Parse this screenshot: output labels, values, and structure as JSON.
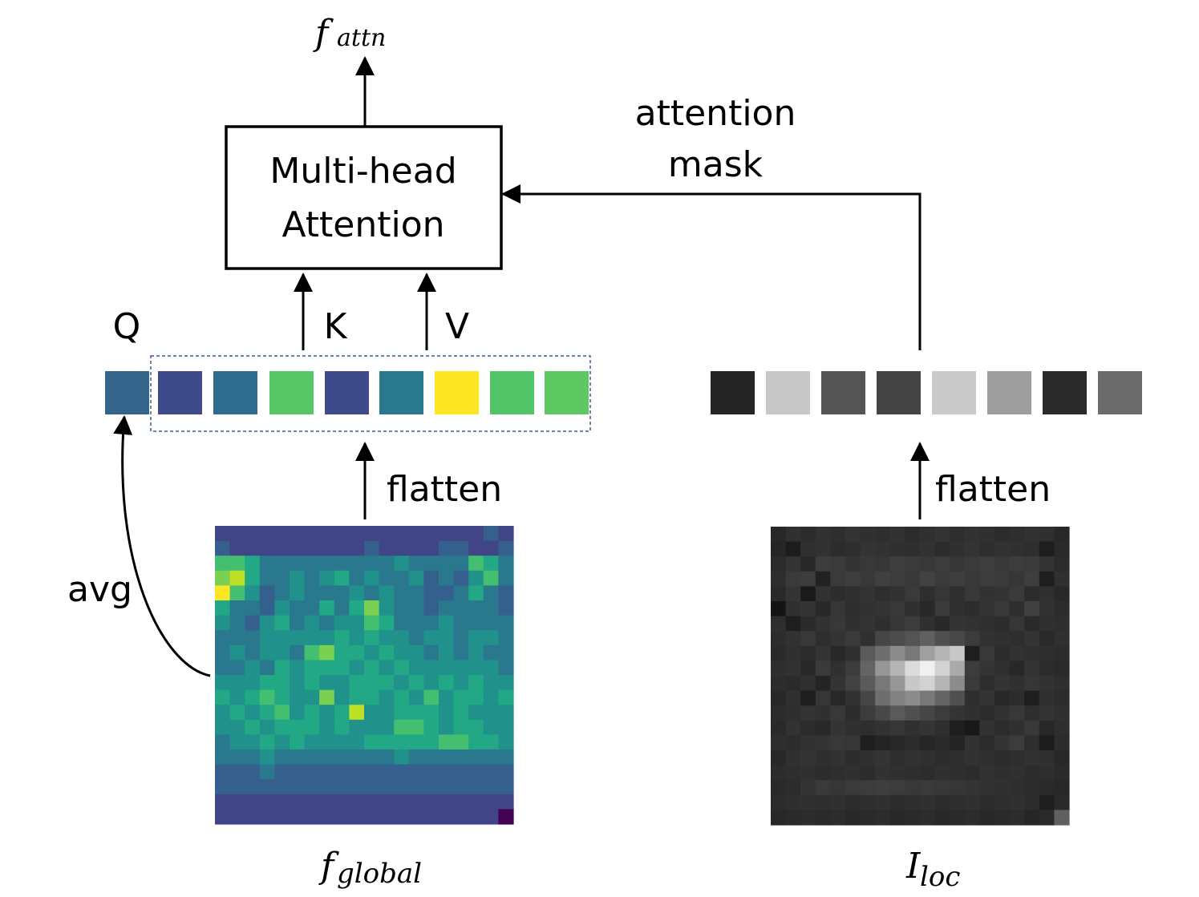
{
  "outputs": {
    "f": "f",
    "attn_sub": "attn"
  },
  "block": {
    "line1": "Multi-head",
    "line2": "Attention"
  },
  "mask_label": {
    "line1": "attention",
    "line2": "mask"
  },
  "qkv": {
    "q": "Q",
    "k": "K",
    "v": "V"
  },
  "flatten_left": "flatten",
  "flatten_right": "flatten",
  "avg": "avg",
  "global_label": {
    "f": "f",
    "sub": "global"
  },
  "loc_label": {
    "I": "I",
    "sub": "loc"
  },
  "colors": {
    "stroke": "#000000",
    "dashed_box": "#3b5f8f",
    "left_tokens": [
      "#33658a",
      "#3e4a89",
      "#2e6d8e",
      "#57c666",
      "#3e4a89",
      "#2a788e",
      "#fde725",
      "#52c569",
      "#5ec962"
    ],
    "right_tokens": [
      "#252525",
      "#c8c8c8",
      "#555555",
      "#444444",
      "#cacaca",
      "#9e9e9e",
      "#2a2a2a",
      "#6b6b6b"
    ]
  },
  "global_map": [
    [
      2,
      2,
      2,
      2,
      2,
      2,
      2,
      2,
      2,
      2,
      2,
      2,
      2,
      2,
      2,
      2,
      2,
      2,
      3,
      2
    ],
    [
      3,
      2,
      2,
      2,
      2,
      2,
      2,
      2,
      2,
      2,
      3,
      2,
      2,
      2,
      2,
      3,
      3,
      2,
      2,
      3
    ],
    [
      7,
      7,
      6,
      4,
      4,
      4,
      4,
      4,
      4,
      4,
      4,
      4,
      5,
      4,
      4,
      4,
      4,
      7,
      6,
      4
    ],
    [
      8,
      9,
      6,
      4,
      4,
      5,
      4,
      5,
      6,
      4,
      5,
      4,
      4,
      5,
      3,
      4,
      3,
      5,
      7,
      4
    ],
    [
      10,
      7,
      5,
      3,
      4,
      5,
      4,
      4,
      4,
      5,
      4,
      5,
      4,
      4,
      3,
      3,
      4,
      6,
      4,
      3
    ],
    [
      6,
      4,
      4,
      3,
      5,
      4,
      4,
      6,
      4,
      6,
      8,
      5,
      4,
      4,
      3,
      4,
      4,
      4,
      4,
      3
    ],
    [
      5,
      4,
      3,
      5,
      6,
      4,
      5,
      4,
      5,
      5,
      7,
      6,
      4,
      4,
      4,
      5,
      4,
      4,
      4,
      4
    ],
    [
      4,
      4,
      4,
      5,
      5,
      5,
      5,
      5,
      6,
      5,
      6,
      5,
      5,
      4,
      5,
      5,
      4,
      5,
      5,
      4
    ],
    [
      4,
      5,
      4,
      5,
      5,
      4,
      7,
      8,
      6,
      6,
      5,
      6,
      5,
      5,
      4,
      5,
      4,
      5,
      4,
      4
    ],
    [
      4,
      4,
      5,
      4,
      6,
      5,
      6,
      6,
      6,
      5,
      6,
      5,
      6,
      5,
      5,
      5,
      5,
      5,
      5,
      4
    ],
    [
      5,
      5,
      5,
      6,
      6,
      5,
      6,
      5,
      5,
      6,
      6,
      6,
      5,
      6,
      5,
      6,
      5,
      6,
      5,
      5
    ],
    [
      6,
      5,
      6,
      7,
      6,
      5,
      5,
      8,
      5,
      6,
      6,
      5,
      6,
      5,
      7,
      5,
      6,
      6,
      5,
      6
    ],
    [
      5,
      6,
      5,
      6,
      7,
      5,
      6,
      5,
      6,
      9,
      5,
      5,
      6,
      6,
      6,
      5,
      6,
      5,
      5,
      5
    ],
    [
      5,
      5,
      6,
      5,
      6,
      6,
      6,
      5,
      6,
      5,
      5,
      5,
      7,
      7,
      6,
      5,
      6,
      6,
      5,
      5
    ],
    [
      4,
      5,
      5,
      6,
      5,
      6,
      5,
      5,
      5,
      5,
      6,
      6,
      6,
      6,
      6,
      7,
      7,
      6,
      6,
      5
    ],
    [
      4,
      4,
      4,
      5,
      4,
      4,
      4,
      4,
      4,
      4,
      4,
      4,
      5,
      4,
      4,
      4,
      4,
      4,
      4,
      4
    ],
    [
      3,
      3,
      3,
      4,
      3,
      3,
      3,
      3,
      3,
      3,
      3,
      3,
      3,
      3,
      3,
      3,
      3,
      3,
      3,
      3
    ],
    [
      3,
      3,
      3,
      3,
      3,
      3,
      3,
      3,
      3,
      3,
      3,
      3,
      3,
      3,
      3,
      3,
      3,
      3,
      3,
      3
    ],
    [
      2,
      2,
      2,
      2,
      2,
      2,
      2,
      2,
      2,
      2,
      2,
      2,
      2,
      2,
      2,
      2,
      2,
      2,
      2,
      2
    ],
    [
      2,
      2,
      2,
      2,
      2,
      2,
      2,
      2,
      2,
      2,
      2,
      2,
      2,
      2,
      2,
      2,
      2,
      2,
      2,
      0
    ]
  ],
  "loc_map": [
    [
      40,
      48,
      44,
      50,
      46,
      52,
      48,
      46,
      50,
      44,
      48,
      52,
      46,
      50,
      48,
      44,
      46,
      50,
      48,
      40
    ],
    [
      38,
      28,
      48,
      50,
      44,
      46,
      52,
      50,
      48,
      46,
      50,
      44,
      48,
      52,
      46,
      50,
      48,
      46,
      30,
      42
    ],
    [
      44,
      52,
      40,
      60,
      58,
      52,
      56,
      54,
      62,
      58,
      56,
      60,
      54,
      58,
      62,
      56,
      60,
      58,
      52,
      44
    ],
    [
      46,
      58,
      60,
      34,
      58,
      62,
      56,
      64,
      60,
      56,
      66,
      58,
      62,
      56,
      60,
      58,
      54,
      62,
      30,
      48
    ],
    [
      42,
      52,
      26,
      50,
      44,
      48,
      52,
      46,
      50,
      58,
      46,
      54,
      48,
      56,
      50,
      52,
      58,
      44,
      48,
      40
    ],
    [
      20,
      48,
      52,
      40,
      54,
      46,
      50,
      52,
      56,
      48,
      40,
      58,
      48,
      44,
      52,
      56,
      46,
      64,
      50,
      44
    ],
    [
      46,
      30,
      42,
      50,
      56,
      48,
      52,
      46,
      54,
      60,
      48,
      40,
      52,
      50,
      48,
      44,
      54,
      42,
      48,
      46
    ],
    [
      44,
      50,
      56,
      46,
      52,
      58,
      48,
      70,
      76,
      84,
      96,
      80,
      72,
      60,
      50,
      48,
      46,
      52,
      42,
      48
    ],
    [
      42,
      48,
      44,
      52,
      40,
      48,
      90,
      110,
      140,
      120,
      160,
      180,
      200,
      30,
      56,
      44,
      50,
      48,
      46,
      44
    ],
    [
      46,
      50,
      40,
      58,
      48,
      60,
      100,
      150,
      180,
      220,
      240,
      210,
      170,
      60,
      52,
      48,
      40,
      52,
      44,
      42
    ],
    [
      44,
      42,
      48,
      36,
      52,
      66,
      90,
      120,
      150,
      200,
      210,
      180,
      140,
      58,
      46,
      52,
      48,
      54,
      50,
      46
    ],
    [
      40,
      48,
      30,
      54,
      40,
      50,
      70,
      110,
      130,
      140,
      120,
      100,
      80,
      46,
      52,
      40,
      44,
      30,
      48,
      44
    ],
    [
      44,
      46,
      52,
      48,
      56,
      44,
      60,
      72,
      90,
      80,
      70,
      60,
      52,
      48,
      44,
      50,
      56,
      46,
      52,
      48
    ],
    [
      42,
      50,
      44,
      40,
      52,
      48,
      46,
      50,
      54,
      48,
      52,
      46,
      30,
      24,
      50,
      44,
      48,
      56,
      40,
      46
    ],
    [
      46,
      44,
      50,
      52,
      56,
      54,
      30,
      36,
      40,
      44,
      38,
      42,
      36,
      50,
      44,
      52,
      60,
      46,
      28,
      44
    ],
    [
      40,
      48,
      52,
      46,
      50,
      44,
      48,
      52,
      46,
      50,
      48,
      44,
      46,
      50,
      48,
      44,
      46,
      50,
      48,
      40
    ],
    [
      44,
      46,
      48,
      44,
      46,
      48,
      44,
      50,
      48,
      46,
      44,
      48,
      46,
      44,
      50,
      46,
      48,
      44,
      46,
      42
    ],
    [
      42,
      44,
      52,
      58,
      54,
      58,
      60,
      62,
      60,
      56,
      58,
      56,
      54,
      52,
      50,
      48,
      46,
      44,
      42,
      40
    ],
    [
      44,
      46,
      48,
      46,
      48,
      44,
      46,
      48,
      44,
      46,
      48,
      44,
      46,
      48,
      44,
      46,
      48,
      44,
      30,
      42
    ],
    [
      40,
      42,
      44,
      42,
      44,
      40,
      42,
      44,
      40,
      42,
      44,
      40,
      42,
      44,
      40,
      42,
      44,
      38,
      42,
      96
    ]
  ]
}
